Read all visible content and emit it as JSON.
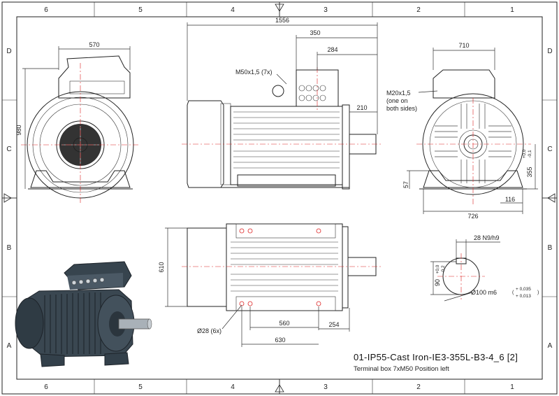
{
  "frame": {
    "columns_top": [
      "6",
      "5",
      "4",
      "3",
      "2",
      "1"
    ],
    "columns_bottom": [
      "6",
      "5",
      "4",
      "3",
      "2",
      "1"
    ],
    "rows_left": [
      "D",
      "C",
      "B",
      "A"
    ],
    "rows_right": [
      "D",
      "C",
      "B",
      "A"
    ]
  },
  "dimensions": {
    "front_width": "570",
    "front_height": "980",
    "side_length": "1556",
    "side_terminal": "350",
    "side_terminal_inner": "284",
    "shaft_length": "210",
    "cable_gland_side": "M50x1,5 (7x)",
    "rear_width": "710",
    "rear_gland_1": "M20x1,5",
    "rear_gland_2": "(one on",
    "rear_gland_3": "both sides)",
    "rear_foot_height": "57",
    "rear_shaft_height": "355",
    "rear_shaft_tol_top": "+0,0",
    "rear_shaft_tol_bottom": "-0,1",
    "rear_foot_width": "726",
    "rear_foot_offset": "116",
    "top_width": "610",
    "holes": "Ø28 (6x)",
    "foot_spacing": "560",
    "foot_to_shaft": "254",
    "foot_total": "630",
    "key_width": "28 N9/h9",
    "key_height": "90",
    "key_tol_top": "+0,0",
    "key_tol_bottom": "-0,2",
    "shaft_dia": "Ø100 m6",
    "shaft_tol_top": "+ 0,035",
    "shaft_tol_bottom": "+ 0,013"
  },
  "title_block": {
    "title": "01-IP55-Cast Iron-IE3-355L-B3-4_6 [2]",
    "subtitle": "Terminal box 7xM50 Position left"
  },
  "colors": {
    "center_line": "#d22222",
    "motor_body": "#3c4a55",
    "frame": "#222222"
  }
}
